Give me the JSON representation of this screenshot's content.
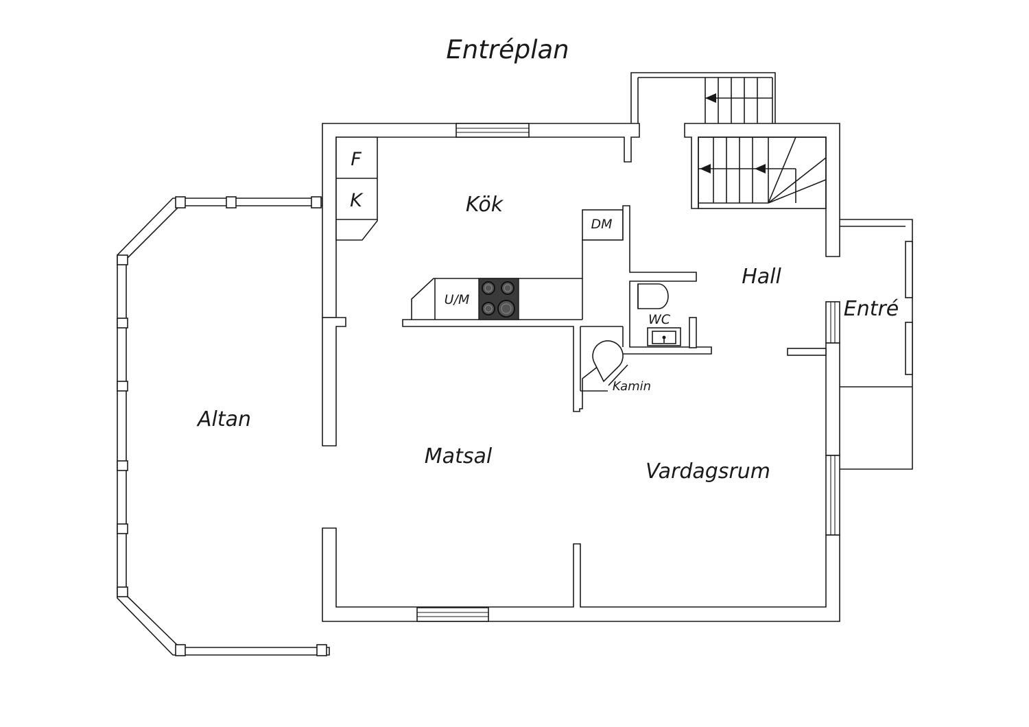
{
  "plan": {
    "title": "Entréplan",
    "rooms": {
      "altan": "Altan",
      "kok": "Kök",
      "matsal": "Matsal",
      "vardagsrum": "Vardagsrum",
      "hall": "Hall",
      "entre": "Entré"
    },
    "fixtures": {
      "fridge": "F",
      "freezer": "K",
      "dishwasher": "DM",
      "oven_micro": "U/M",
      "wc": "WC",
      "fireplace": "Kamin"
    }
  }
}
